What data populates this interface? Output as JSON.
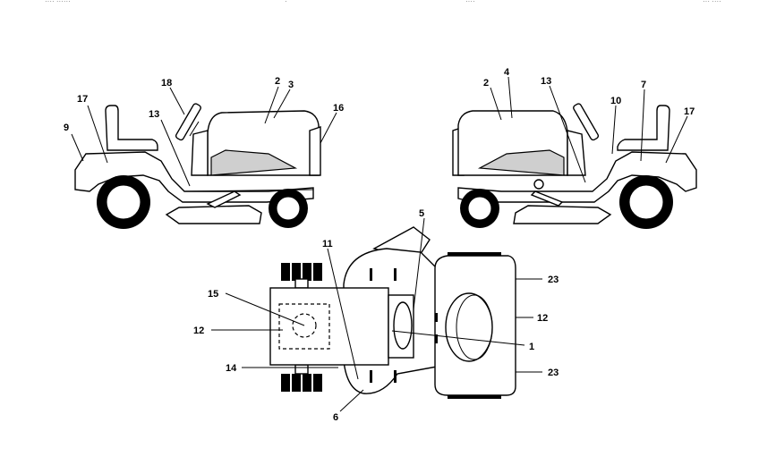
{
  "diagram": {
    "header_fragments": [
      "···· ······",
      "·",
      "····",
      "··· ····"
    ],
    "callouts": {
      "left_view": [
        "9",
        "17",
        "18",
        "13",
        "2",
        "3",
        "16"
      ],
      "right_view": [
        "2",
        "4",
        "13",
        "10",
        "7",
        "17"
      ],
      "top_view": [
        "11",
        "5",
        "15",
        "12",
        "14",
        "6",
        "23",
        "12",
        "1",
        "23"
      ]
    }
  }
}
